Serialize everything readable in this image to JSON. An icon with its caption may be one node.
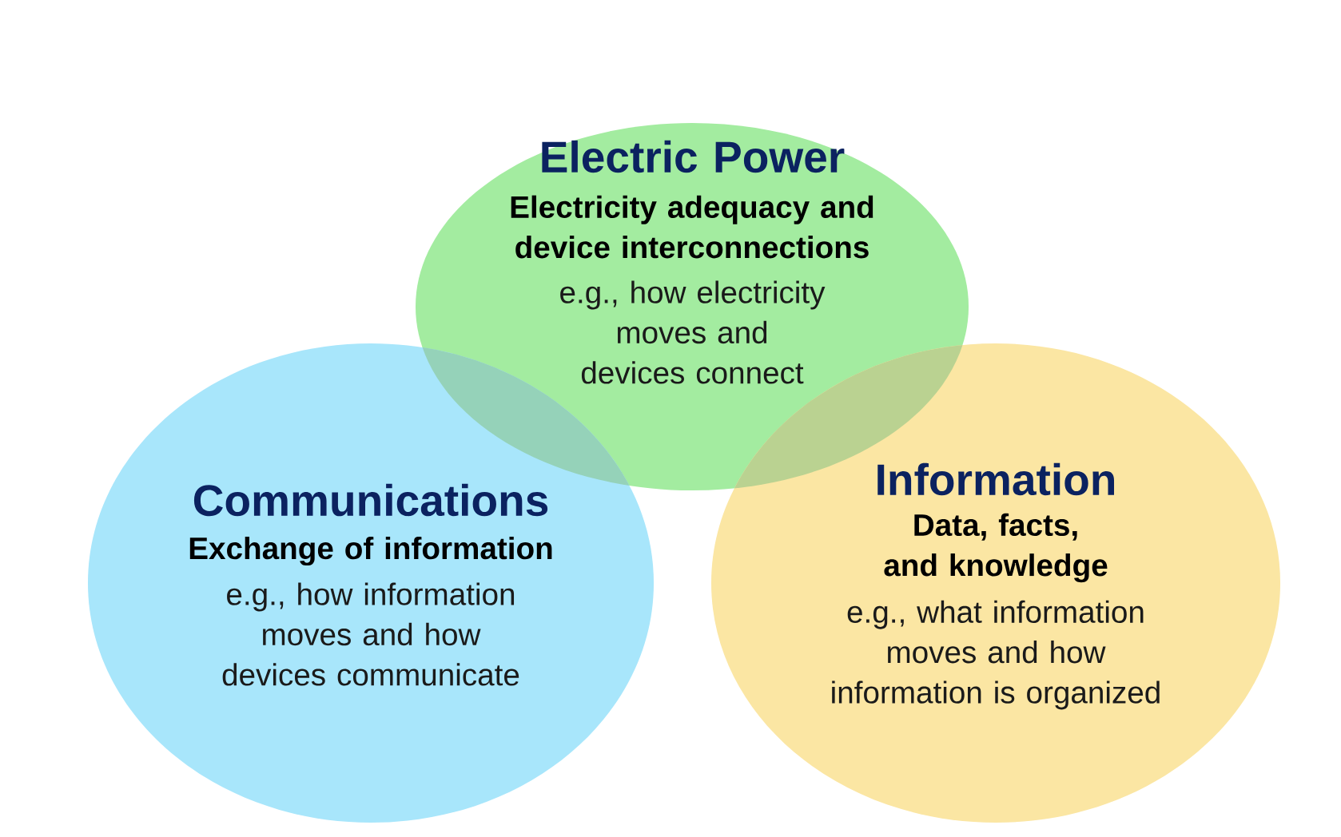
{
  "diagram": {
    "nodes": [
      {
        "text": [
          "Electric Power",
          "Electricity adequacy and device interconnections",
          "e.g., how electricity moves and devices connect"
        ]
      },
      {
        "text": [
          "Communications",
          "Exchange of information",
          "e.g., how information moves and how devices communicate"
        ]
      },
      {
        "text": [
          "Information",
          "Data, facts, and knowledge",
          "e.g., what information moves and how information is organized"
        ]
      }
    ]
  }
}
